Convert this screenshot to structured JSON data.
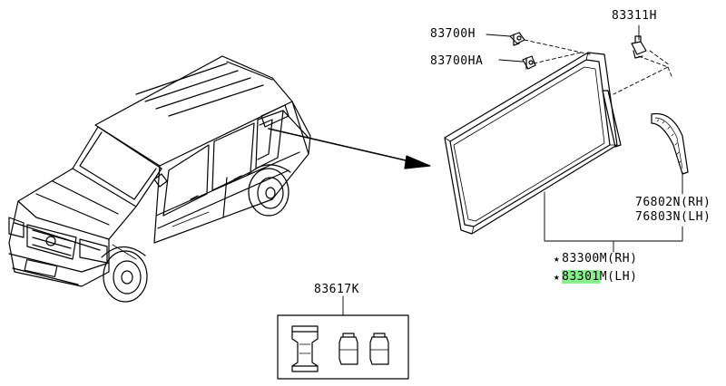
{
  "labels": {
    "bolt_h": "83700H",
    "bolt_ha": "83700HA",
    "clip": "83311H",
    "trim_rh": "76802N(RH)",
    "trim_lh": "76803N(LH)",
    "glass_rh": {
      "star": "★",
      "number": "83300M",
      "suffix": "(RH)"
    },
    "glass_lh": {
      "star": "★",
      "highlight": "83301",
      "rest": "M",
      "suffix": "(LH)"
    },
    "kit": "83617K"
  },
  "colors": {
    "highlight": "#86f08a",
    "line": "#000000"
  }
}
